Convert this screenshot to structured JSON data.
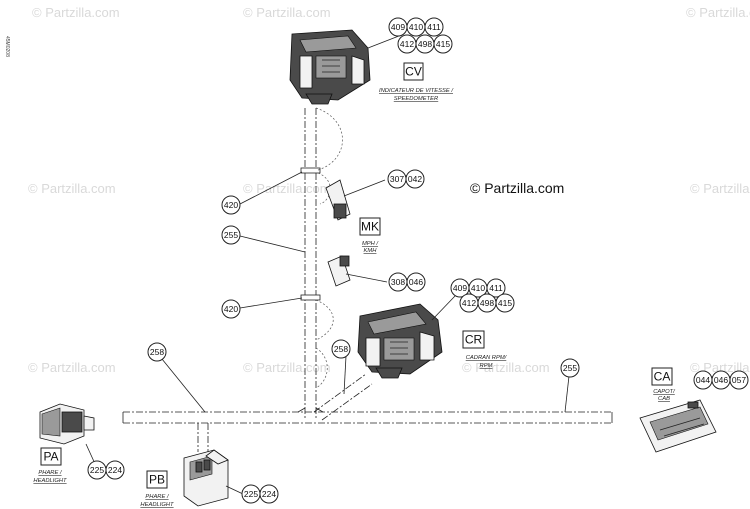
{
  "watermark": "© Partzilla.com",
  "copyright": "© Partzilla.com",
  "doc_id": "45M0208",
  "connectors": {
    "cv": {
      "code": "CV",
      "label_fr": "INDICATEUR DE VITESSE /",
      "label_en": "SPEEDOMETER",
      "parts": [
        "409",
        "410",
        "411",
        "412",
        "498",
        "415"
      ]
    },
    "mk": {
      "code": "MK",
      "label_fr": "MPH /",
      "label_en": "KMH",
      "parts_upper": [
        "307",
        "042"
      ],
      "parts_lower": [
        "308",
        "046"
      ]
    },
    "cr": {
      "code": "CR",
      "label_fr": "CADRAN RPM/",
      "label_en": "RPM",
      "parts": [
        "409",
        "410",
        "411",
        "412",
        "498",
        "415"
      ]
    },
    "ca": {
      "code": "CA",
      "label_fr": "CAPOT/",
      "label_en": "CAB",
      "parts": [
        "044",
        "046",
        "057"
      ]
    },
    "pa": {
      "code": "PA",
      "label_fr": "PHARE /",
      "label_en": "HEADLIGHT",
      "parts": [
        "225",
        "224"
      ]
    },
    "pb": {
      "code": "PB",
      "label_fr": "PHARE /",
      "label_en": "HEADLIGHT",
      "parts": [
        "225",
        "224"
      ]
    }
  },
  "harness_labels": {
    "clip_upper": "420",
    "vertical_harness": "255",
    "clip_lower": "420",
    "main_left": "258",
    "branch_cr": "258",
    "main_right": "255"
  }
}
